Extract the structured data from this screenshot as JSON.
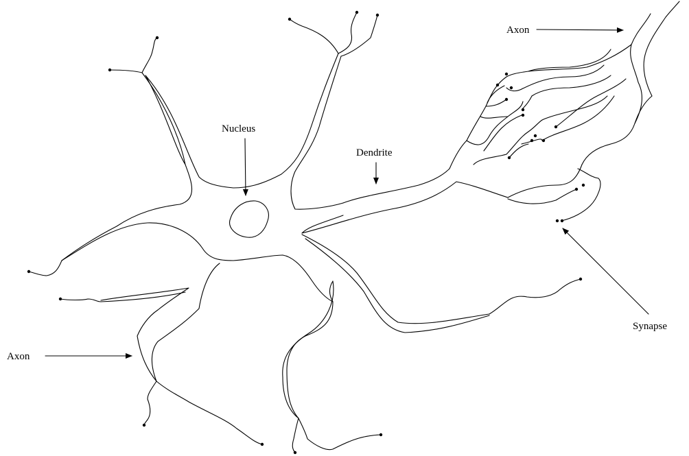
{
  "diagram": {
    "labels": {
      "axon_top": "Axon",
      "axon_bottom": "Axon",
      "nucleus": "Nucleus",
      "dendrite": "Dendrite",
      "synapse": "Synapse"
    },
    "colors": {
      "ink": "#000000",
      "background": "#ffffff"
    }
  }
}
